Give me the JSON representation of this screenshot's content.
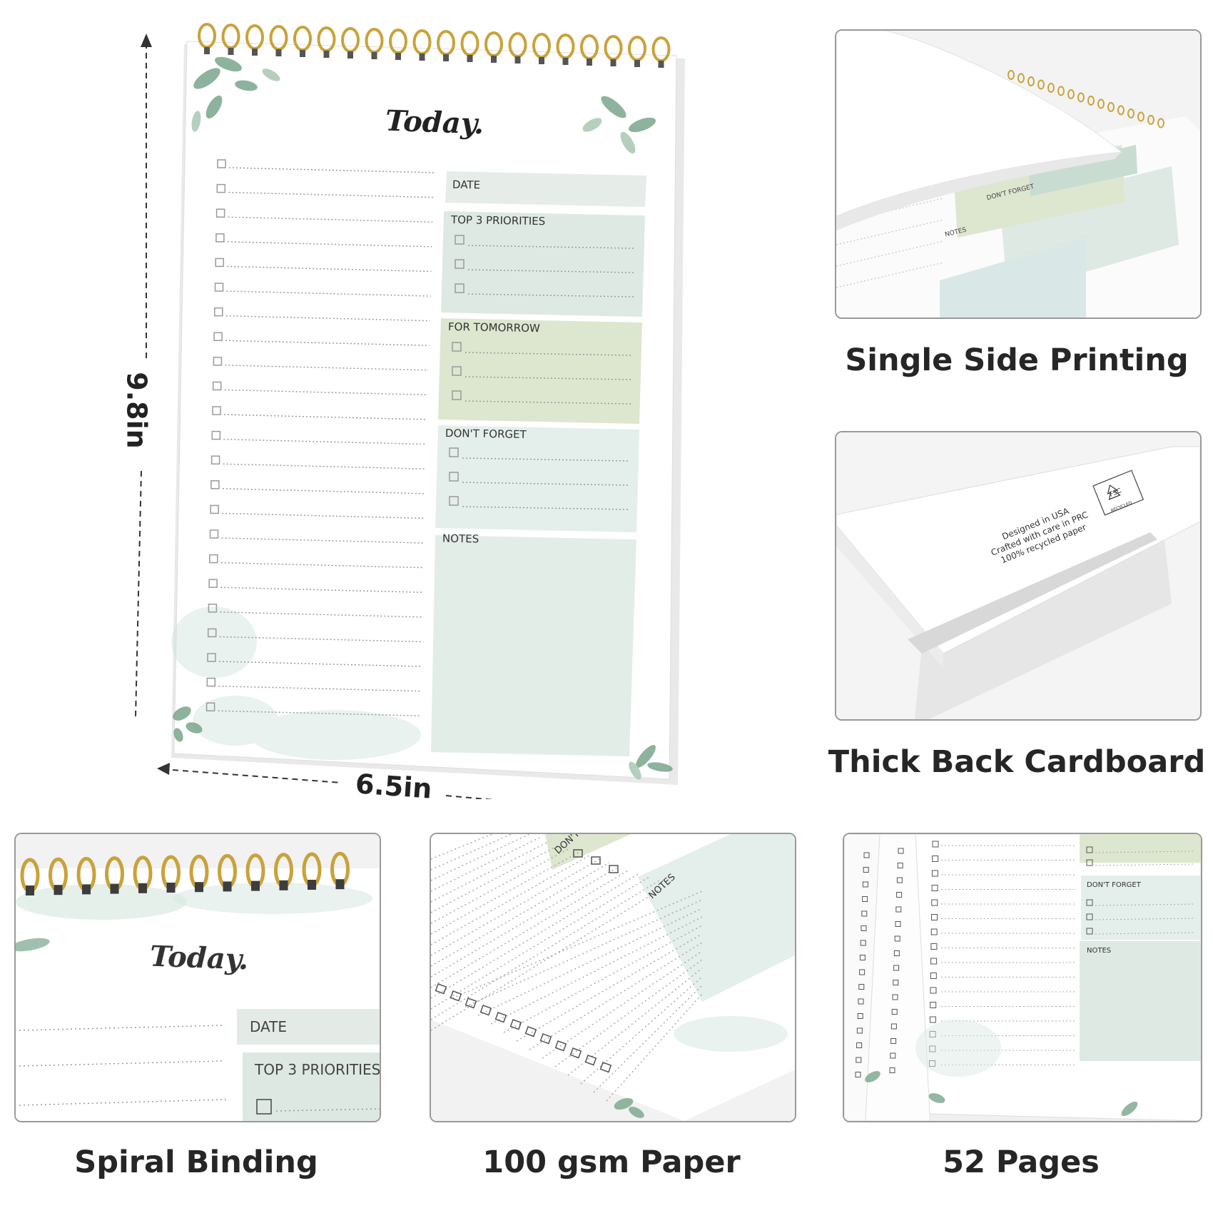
{
  "main_planner": {
    "title": "Today.",
    "sections": {
      "date": "DATE",
      "top3": "TOP 3 PRIORITIES",
      "tomorrow": "FOR TOMORROW",
      "dontforget": "DON'T FORGET",
      "notes": "NOTES"
    },
    "height_label": "9.8in",
    "width_label": "6.5in"
  },
  "features": {
    "single_side": "Single Side Printing",
    "thick_back": "Thick Back Cardboard",
    "spiral": "Spiral Binding",
    "paper": "100 gsm Paper",
    "pages": "52 Pages"
  },
  "back_cover": {
    "line1": "Designed in USA",
    "line2": "Crafted with care in PRC",
    "line3": "100% recycled paper",
    "fsc": "FSC",
    "fsc_sub": "RECYCLED"
  },
  "colors": {
    "gold": "#c9a23a",
    "sage": "#dfe9e3",
    "olive": "#dde6cf",
    "mint": "#e4eeea"
  }
}
